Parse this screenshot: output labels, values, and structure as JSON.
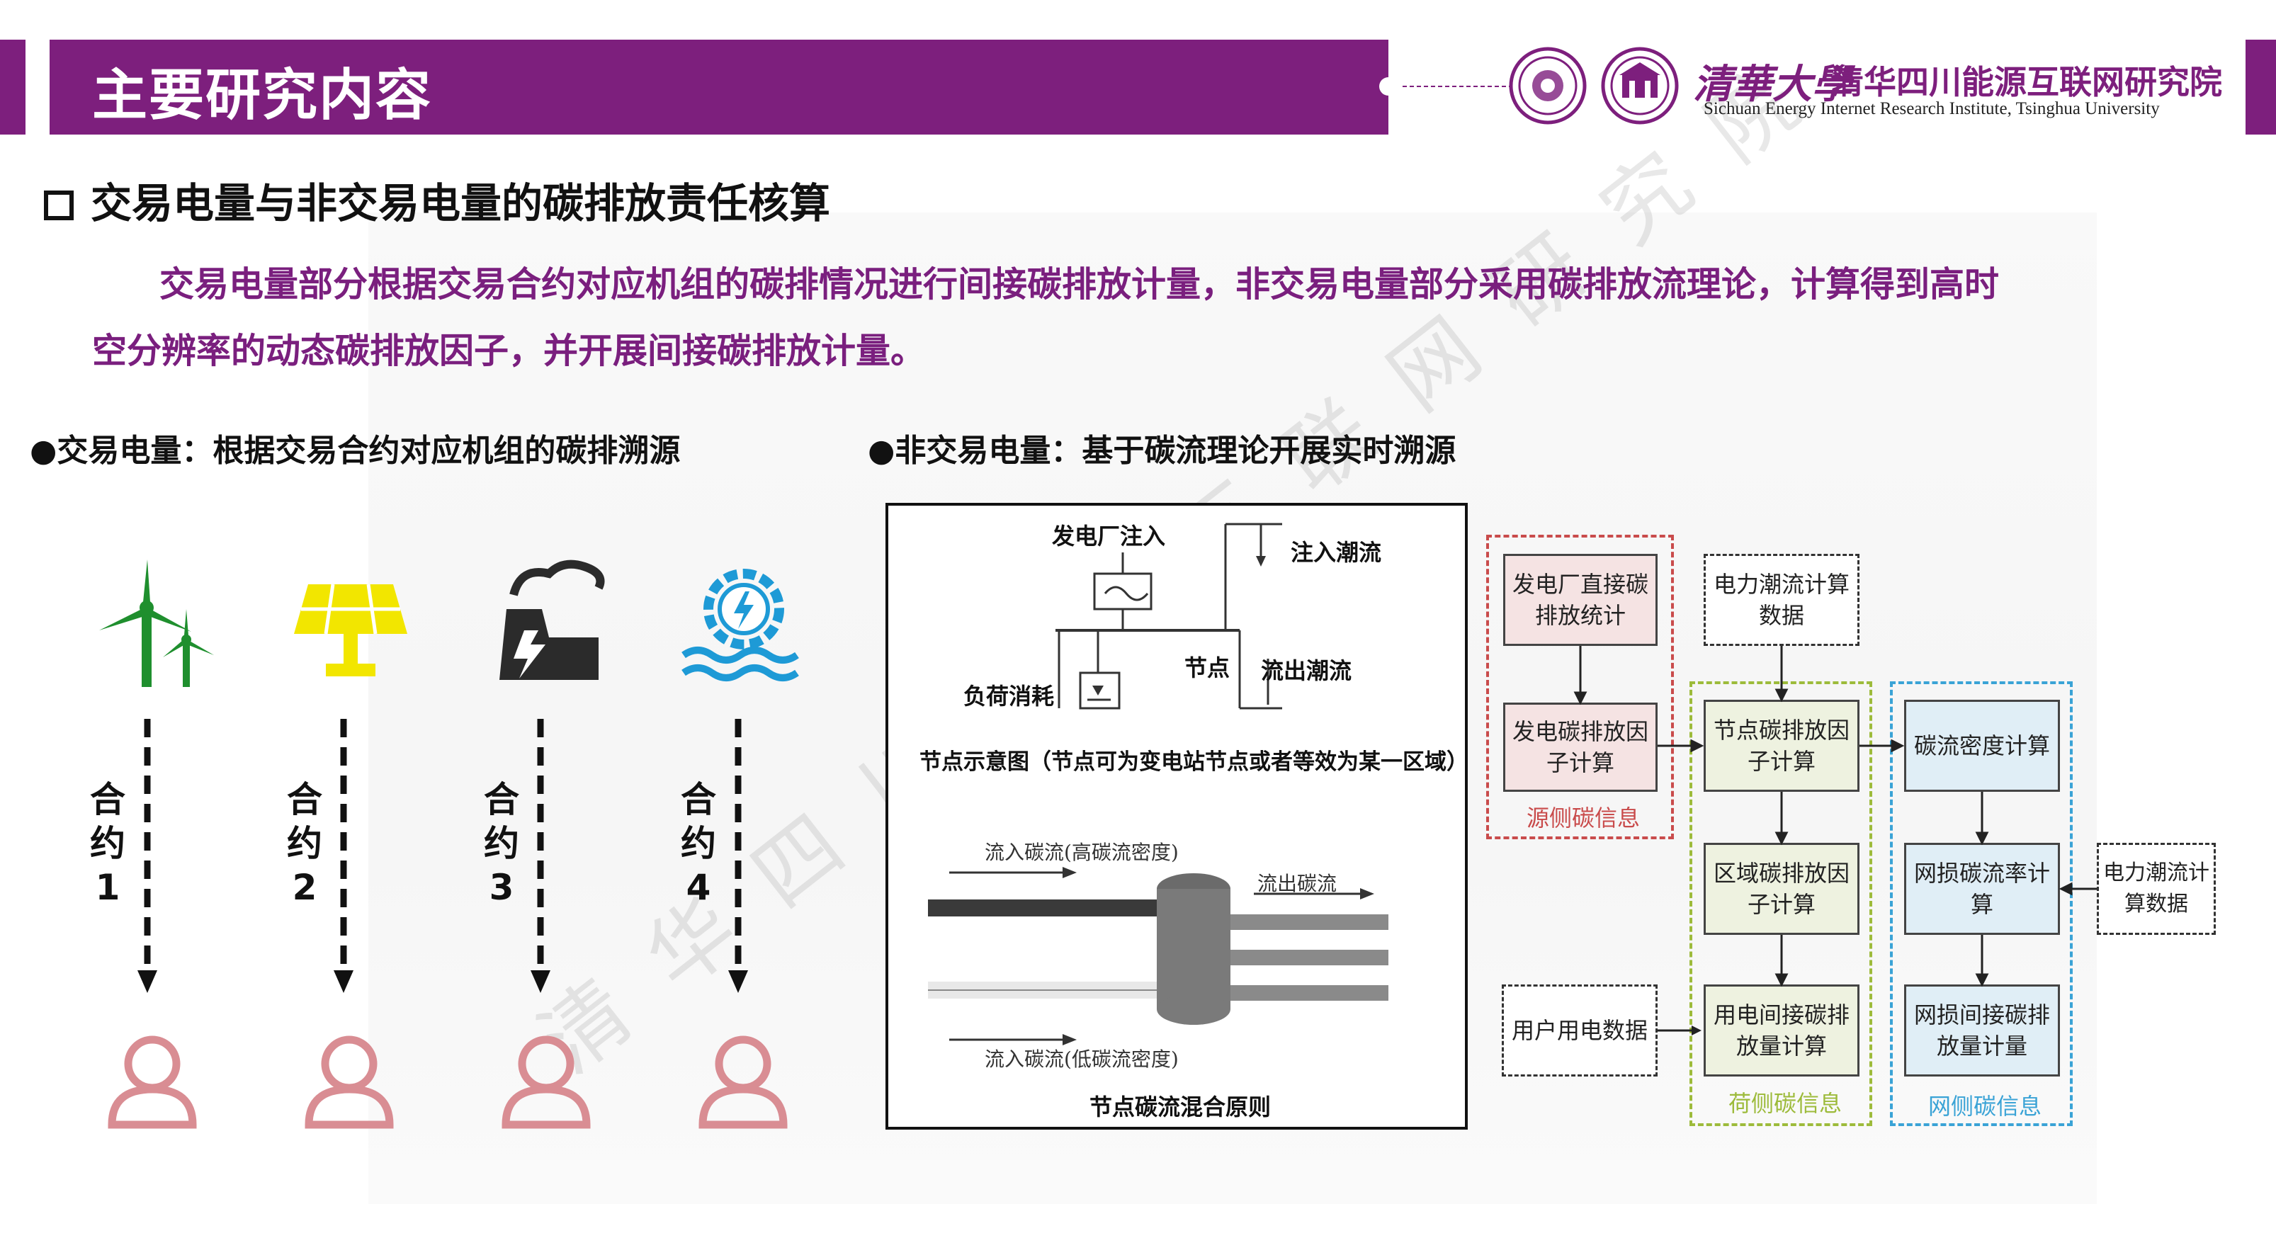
{
  "header": {
    "title": "主要研究内容",
    "institute_cn": "清华四川能源互联网研究院",
    "calligraphy": "清華大學",
    "institute_en": "Sichuan Energy Internet Research Institute, Tsinghua University"
  },
  "section": {
    "title": "交易电量与非交易电量的碳排放责任核算",
    "paragraph_line1": "交易电量部分根据交易合约对应机组的碳排情况进行间接碳排放计量，非交易电量部分采用碳排放流理论，计算得到高时",
    "paragraph_line2": "空分辨率的动态碳排放因子，并开展间接碳排放计量。"
  },
  "left": {
    "heading": "●交易电量：根据交易合约对应机组的碳排溯源",
    "generators": [
      {
        "icon": "wind-turbine-icon",
        "color": "#1f8f2e"
      },
      {
        "icon": "solar-panel-icon",
        "color": "#f2e600"
      },
      {
        "icon": "power-plant-icon",
        "color": "#2b2b2b"
      },
      {
        "icon": "hydro-power-icon",
        "color": "#1e9ad6"
      }
    ],
    "contracts": [
      {
        "line1": "合",
        "line2": "约",
        "line3": "1"
      },
      {
        "line1": "合",
        "line2": "约",
        "line3": "2"
      },
      {
        "line1": "合",
        "line2": "约",
        "line3": "3"
      },
      {
        "line1": "合",
        "line2": "约",
        "line3": "4"
      }
    ],
    "user_icon_color": "#d98d93"
  },
  "right": {
    "heading": "●非交易电量：基于碳流理论开展实时溯源",
    "node_diagram": {
      "plant_injection": "发电厂注入",
      "inject_flow": "注入潮流",
      "node": "节点",
      "out_flow": "流出潮流",
      "load": "负荷消耗",
      "caption": "节点示意图（节点可为变电站节点或者等效为某一区域）",
      "in_high": "流入碳流(高碳流密度)",
      "out_flow_carbon": "流出碳流",
      "in_low": "流入碳流(低碳流密度)",
      "caption2": "节点碳流混合原则"
    },
    "flowchart": {
      "source": {
        "label": "源侧碳信息",
        "color": "#c94b4b",
        "box1": "发电厂直接碳排放统计",
        "box2": "发电碳排放因子计算"
      },
      "power_flow_data": "电力潮流计算数据",
      "load": {
        "label": "荷侧碳信息",
        "color": "#9dbb3b",
        "box1": "节点碳排放因子计算",
        "box2": "区域碳排放因子计算",
        "box3": "用电间接碳排放量计算"
      },
      "user_data": "用户用电数据",
      "grid": {
        "label": "网侧碳信息",
        "color": "#3aa3d6",
        "box1": "碳流密度计算",
        "box2": "网损碳流率计算",
        "box3": "网损间接碳排放量计量"
      },
      "power_flow_data2": "电力潮流计算数据"
    }
  },
  "watermark": "清华四川能源互联网研究院",
  "colors": {
    "brand_purple": "#7d1f7d",
    "text_purple": "#7a1f7e"
  }
}
